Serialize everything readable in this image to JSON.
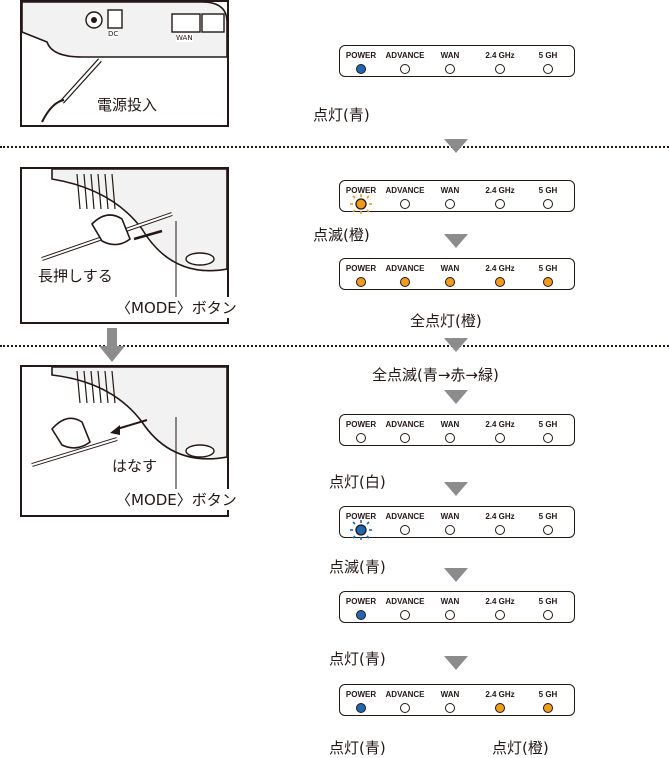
{
  "colors": {
    "blue": "#1f67b1",
    "orange": "#f09a1e",
    "gray_arrow": "#8c8c8c",
    "line": "#231815"
  },
  "led_labels": [
    "POWER",
    "ADVANCE",
    "WAN",
    "2.4 GHz",
    "5 GH"
  ],
  "illustrations": {
    "power": {
      "caption": "電源投入",
      "port_labels": [
        "DC",
        "WAN"
      ]
    },
    "press": {
      "press_label": "長押しする",
      "button_label": "〈MODE〉ボタン"
    },
    "release": {
      "release_label": "はなす",
      "button_label": "〈MODE〉ボタン"
    }
  },
  "steps": [
    {
      "leds": [
        "blue",
        "off",
        "off",
        "off",
        "off"
      ],
      "blink_led": "",
      "caption": "点灯(青)",
      "caption2": ""
    },
    {
      "leds": [
        "blink-orange",
        "off",
        "off",
        "off",
        "off"
      ],
      "blink_led": "orange",
      "caption": "点滅(橙)",
      "caption2": ""
    },
    {
      "leds": [
        "orange",
        "orange",
        "orange",
        "orange",
        "orange"
      ],
      "blink_led": "",
      "caption": "全点灯(橙)",
      "caption2": ""
    },
    {
      "leds": [],
      "blink_led": "",
      "caption": "全点滅(青→赤→緑)",
      "caption2": ""
    },
    {
      "leds": [
        "white",
        "off",
        "off",
        "off",
        "off"
      ],
      "blink_led": "",
      "caption": "点灯(白)",
      "caption2": ""
    },
    {
      "leds": [
        "blink-blue",
        "off",
        "off",
        "off",
        "off"
      ],
      "blink_led": "blue",
      "caption": "点滅(青)",
      "caption2": ""
    },
    {
      "leds": [
        "blue",
        "off",
        "off",
        "off",
        "off"
      ],
      "blink_led": "",
      "caption": "点灯(青)",
      "caption2": ""
    },
    {
      "leds": [
        "blue",
        "off",
        "off",
        "orange",
        "orange"
      ],
      "blink_led": "",
      "caption": "点灯(青)",
      "caption2": "点灯(橙)"
    }
  ]
}
